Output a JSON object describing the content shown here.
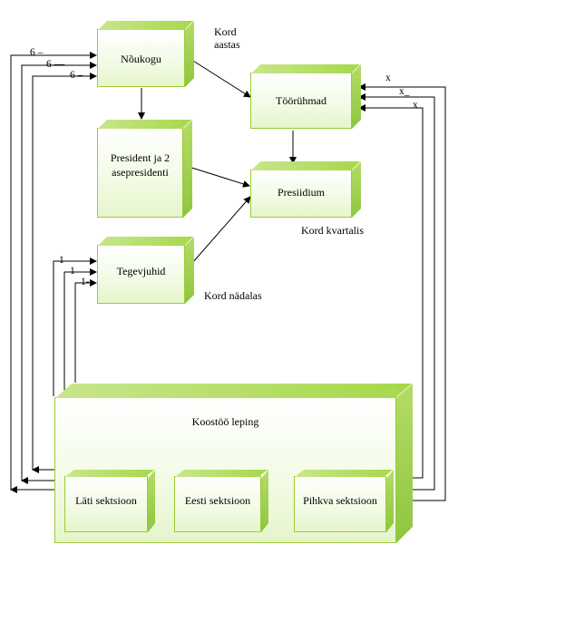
{
  "nodes": {
    "noukogu": "Nõukogu",
    "toorühmad": "Töörühmad",
    "president": "President ja 2 asepresidenti",
    "presiidium": "Presiidium",
    "tegevjuhid": "Tegevjuhid",
    "koostoo": "Koostöö leping",
    "lati": "Läti sektsioon",
    "eesti": "Eesti sektsioon",
    "pihkva": "Pihkva sektsioon"
  },
  "annotations": {
    "kord_aastas_line1": "Kord",
    "kord_aastas_line2": "aastas",
    "kord_kvartalis": "Kord kvartalis",
    "kord_nadalas": "Kord nädalas"
  },
  "edge_labels": {
    "six_a": "6 –",
    "six_b": "6 —",
    "six_c": "6 –",
    "one_a": "1",
    "one_b": "1",
    "one_c": "1-",
    "x_a": "x",
    "x_b": "x_",
    "x_c": "x"
  },
  "colors": {
    "box_border": "#9acd32",
    "box_face_top": "#ffffff",
    "box_face_bottom": "#e6f5cc",
    "box_depth": "#a6d84a",
    "arrow": "#000000"
  }
}
